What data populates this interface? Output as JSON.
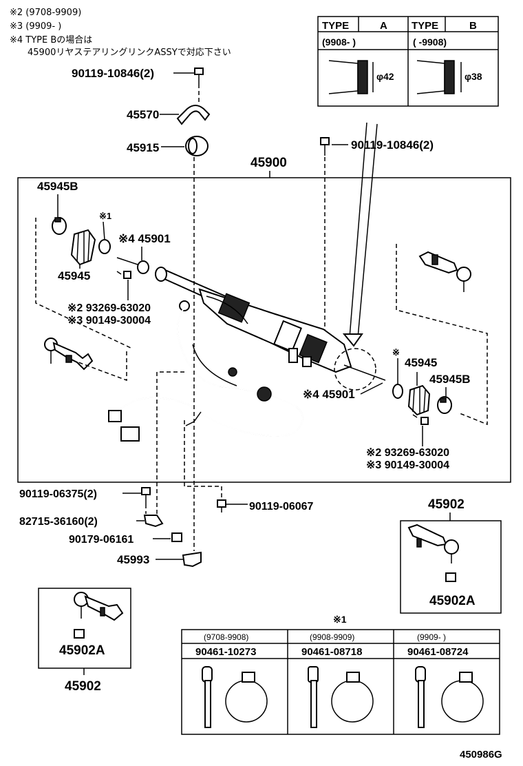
{
  "notes": [
    "※2 (9708-9909)",
    "※3 (9909-        )",
    "※4 TYPE Bの場合は",
    "45900リヤステアリングリンクASSYで対応下さい"
  ],
  "type_table": {
    "type_label": "TYPE",
    "type_a": "A",
    "type_b": "B",
    "range_a": "(9908-        )",
    "range_b": "(        -9908)",
    "dia_a": "φ42",
    "dia_b": "φ38"
  },
  "parts": {
    "p_90119_10846_top": "90119-10846(2)",
    "p_45570": "45570",
    "p_45915": "45915",
    "p_90119_10846_mid": "90119-10846(2)",
    "p_45900": "45900",
    "p_45945B_left": "45945B",
    "p_x1_left": "※1",
    "p_45901_left": "※4 45901",
    "p_45945_left": "45945",
    "p_93269_left": "※2 93269-63020",
    "p_90149_left": "※3 90149-30004",
    "p_x1_right": "※",
    "p_45945_right": "45945",
    "p_45945B_right": "45945B",
    "p_45901_right": "※4 45901",
    "p_93269_right": "※2 93269-63020",
    "p_90149_right": "※3 90149-30004",
    "p_90119_06375": "90119-06375(2)",
    "p_82715": "82715-36160(2)",
    "p_90179": "90179-06161",
    "p_45993": "45993",
    "p_90119_06067": "90119-06067",
    "p_45902_right": "45902",
    "p_45902A_right": "45902A",
    "p_45902A_left": "45902A",
    "p_45902_left": "45902"
  },
  "bottom_table": {
    "title": "※1",
    "cols": [
      {
        "range": "(9708-9908)",
        "part": "90461-10273"
      },
      {
        "range": "(9908-9909)",
        "part": "90461-08718"
      },
      {
        "range": "(9909-        )",
        "part": "90461-08724"
      }
    ]
  },
  "figure_code": "450986G"
}
